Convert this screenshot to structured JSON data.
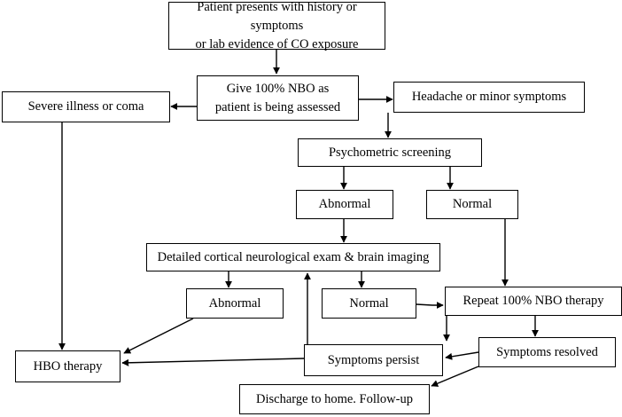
{
  "nodes": {
    "co_exposure": "Patient presents with history or symptoms\nor lab evidence of CO exposure",
    "give_nbo": "Give 100% NBO as\npatient is being assessed",
    "severe": "Severe illness or coma",
    "headache": "Headache or minor symptoms",
    "psychometric": "Psychometric screening",
    "abnormal_1": "Abnormal",
    "normal_1": "Normal",
    "cortical_exam": "Detailed cortical neurological exam & brain imaging",
    "abnormal_2": "Abnormal",
    "normal_2": "Normal",
    "repeat_nbo": "Repeat 100% NBO therapy",
    "hbo": "HBO therapy",
    "symptoms_persist": "Symptoms persist",
    "symptoms_resolved": "Symptoms resolved",
    "discharge": "Discharge to home. Follow-up"
  }
}
